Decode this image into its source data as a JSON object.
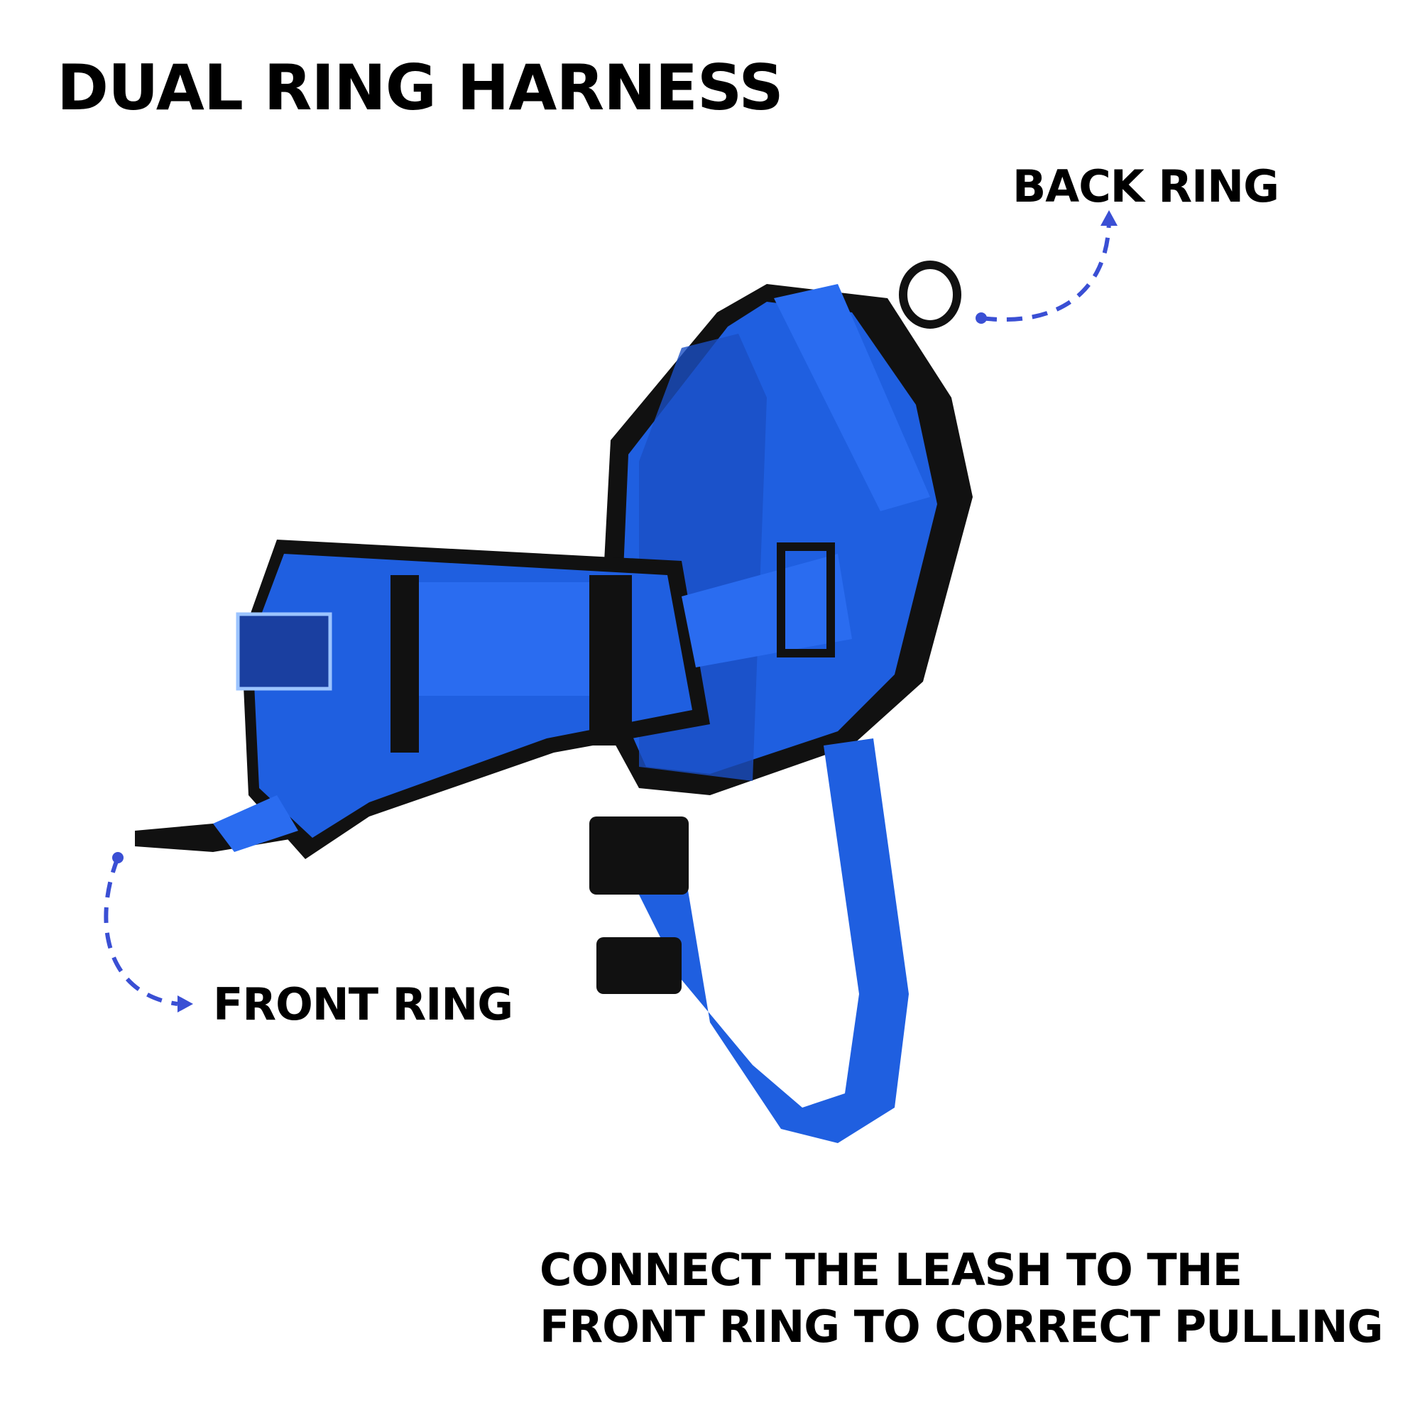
{
  "title": "DUAL RING HARNESS",
  "labels": {
    "back_ring": "BACK RING",
    "front_ring": "FRONT RING"
  },
  "caption": [
    "CONNECT  THE LEASH TO THE",
    "FRONT RING TO CORRECT PULLING"
  ],
  "colors": {
    "accent": "#3a4fd4",
    "harness_blue": "#1f5fe0",
    "trim": "#111111"
  }
}
